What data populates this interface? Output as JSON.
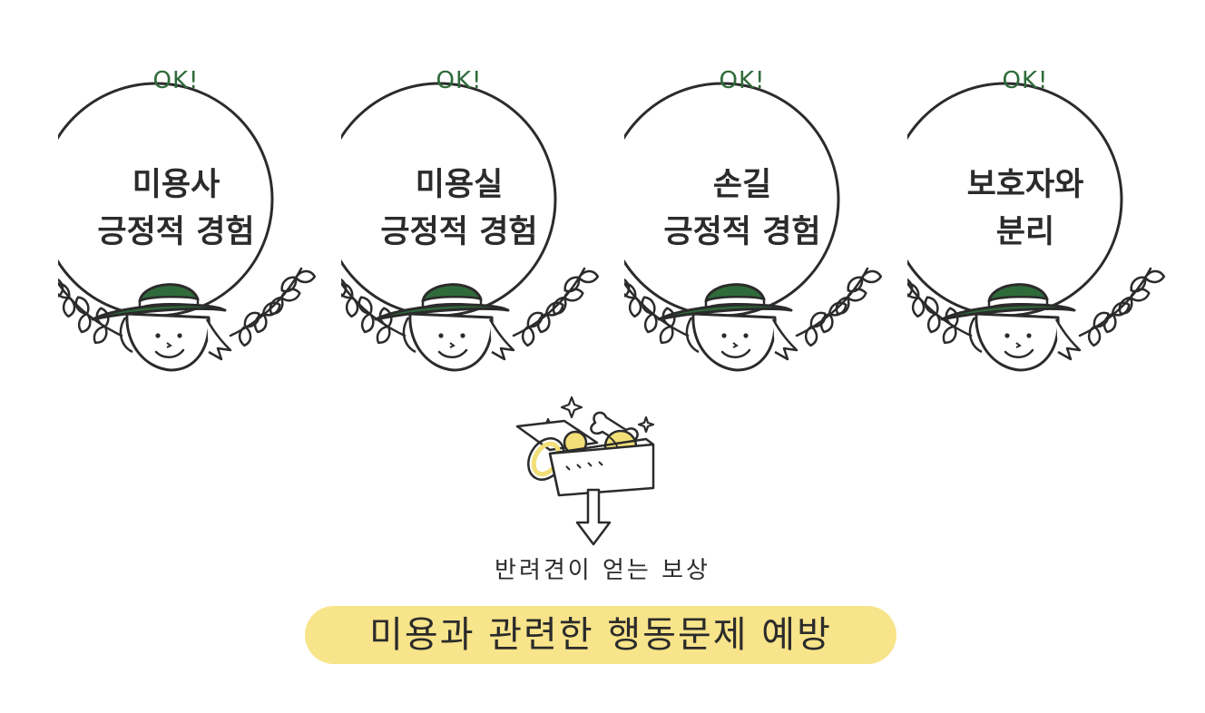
{
  "badges": [
    {
      "ok": "OK!",
      "line1": "미용사",
      "line2": "긍정적 경험"
    },
    {
      "ok": "OK!",
      "line1": "미용실",
      "line2": "긍정적 경험"
    },
    {
      "ok": "OK!",
      "line1": "손길",
      "line2": "긍정적 경험"
    },
    {
      "ok": "OK!",
      "line1": "보호자와",
      "line2": "분리"
    }
  ],
  "reward": {
    "label": "반려견이 얻는 보상",
    "icon": "treasure-box-icon"
  },
  "result": {
    "label": "미용과 관련한 행동문제 예방"
  },
  "colors": {
    "ok_text": "#2f6b3a",
    "hat": "#2f6b3a",
    "highlight": "#f8e48a",
    "stroke": "#2b2b2b",
    "toy_yellow": "#f2df78"
  }
}
